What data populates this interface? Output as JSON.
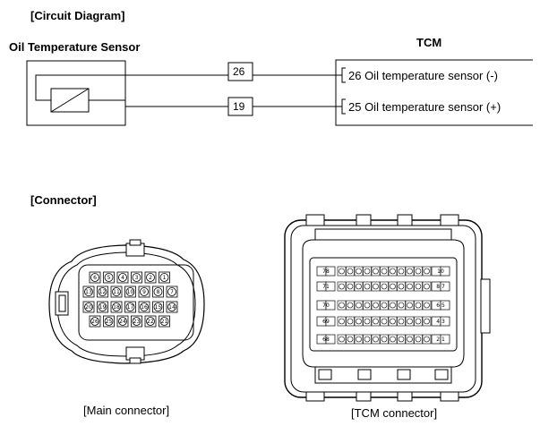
{
  "headings": {
    "circuit": "[Circuit Diagram]",
    "connector": "[Connector]"
  },
  "circuit": {
    "sensor_title": "Oil Temperature Sensor",
    "tcm_title": "TCM",
    "wire_top_label": "26",
    "wire_bottom_label": "19",
    "tcm_pin_top": "26 Oil temperature sensor (-)",
    "tcm_pin_bottom": "25 Oil temperature sensor (+)"
  },
  "connectors": {
    "main_caption": "[Main connector]",
    "tcm_caption": "[TCM connector]",
    "main_pins": {
      "row1": [
        "6",
        "5",
        "4",
        "3",
        "2",
        "1"
      ],
      "row2": [
        "13",
        "12",
        "11",
        "10",
        "9",
        "8",
        "7"
      ],
      "row3": [
        "20",
        "19",
        "18",
        "17",
        "16",
        "15",
        "14"
      ],
      "row4": [
        "26",
        "25",
        "24",
        "23",
        "22",
        "21"
      ]
    },
    "tcm_side_left": [
      "78",
      "71",
      "70",
      "69",
      "68"
    ],
    "tcm_side_right": [
      "10",
      "8 7",
      "6 5",
      "4 3",
      "2 1"
    ]
  },
  "colors": {
    "line": "#000000",
    "background": "#ffffff"
  }
}
